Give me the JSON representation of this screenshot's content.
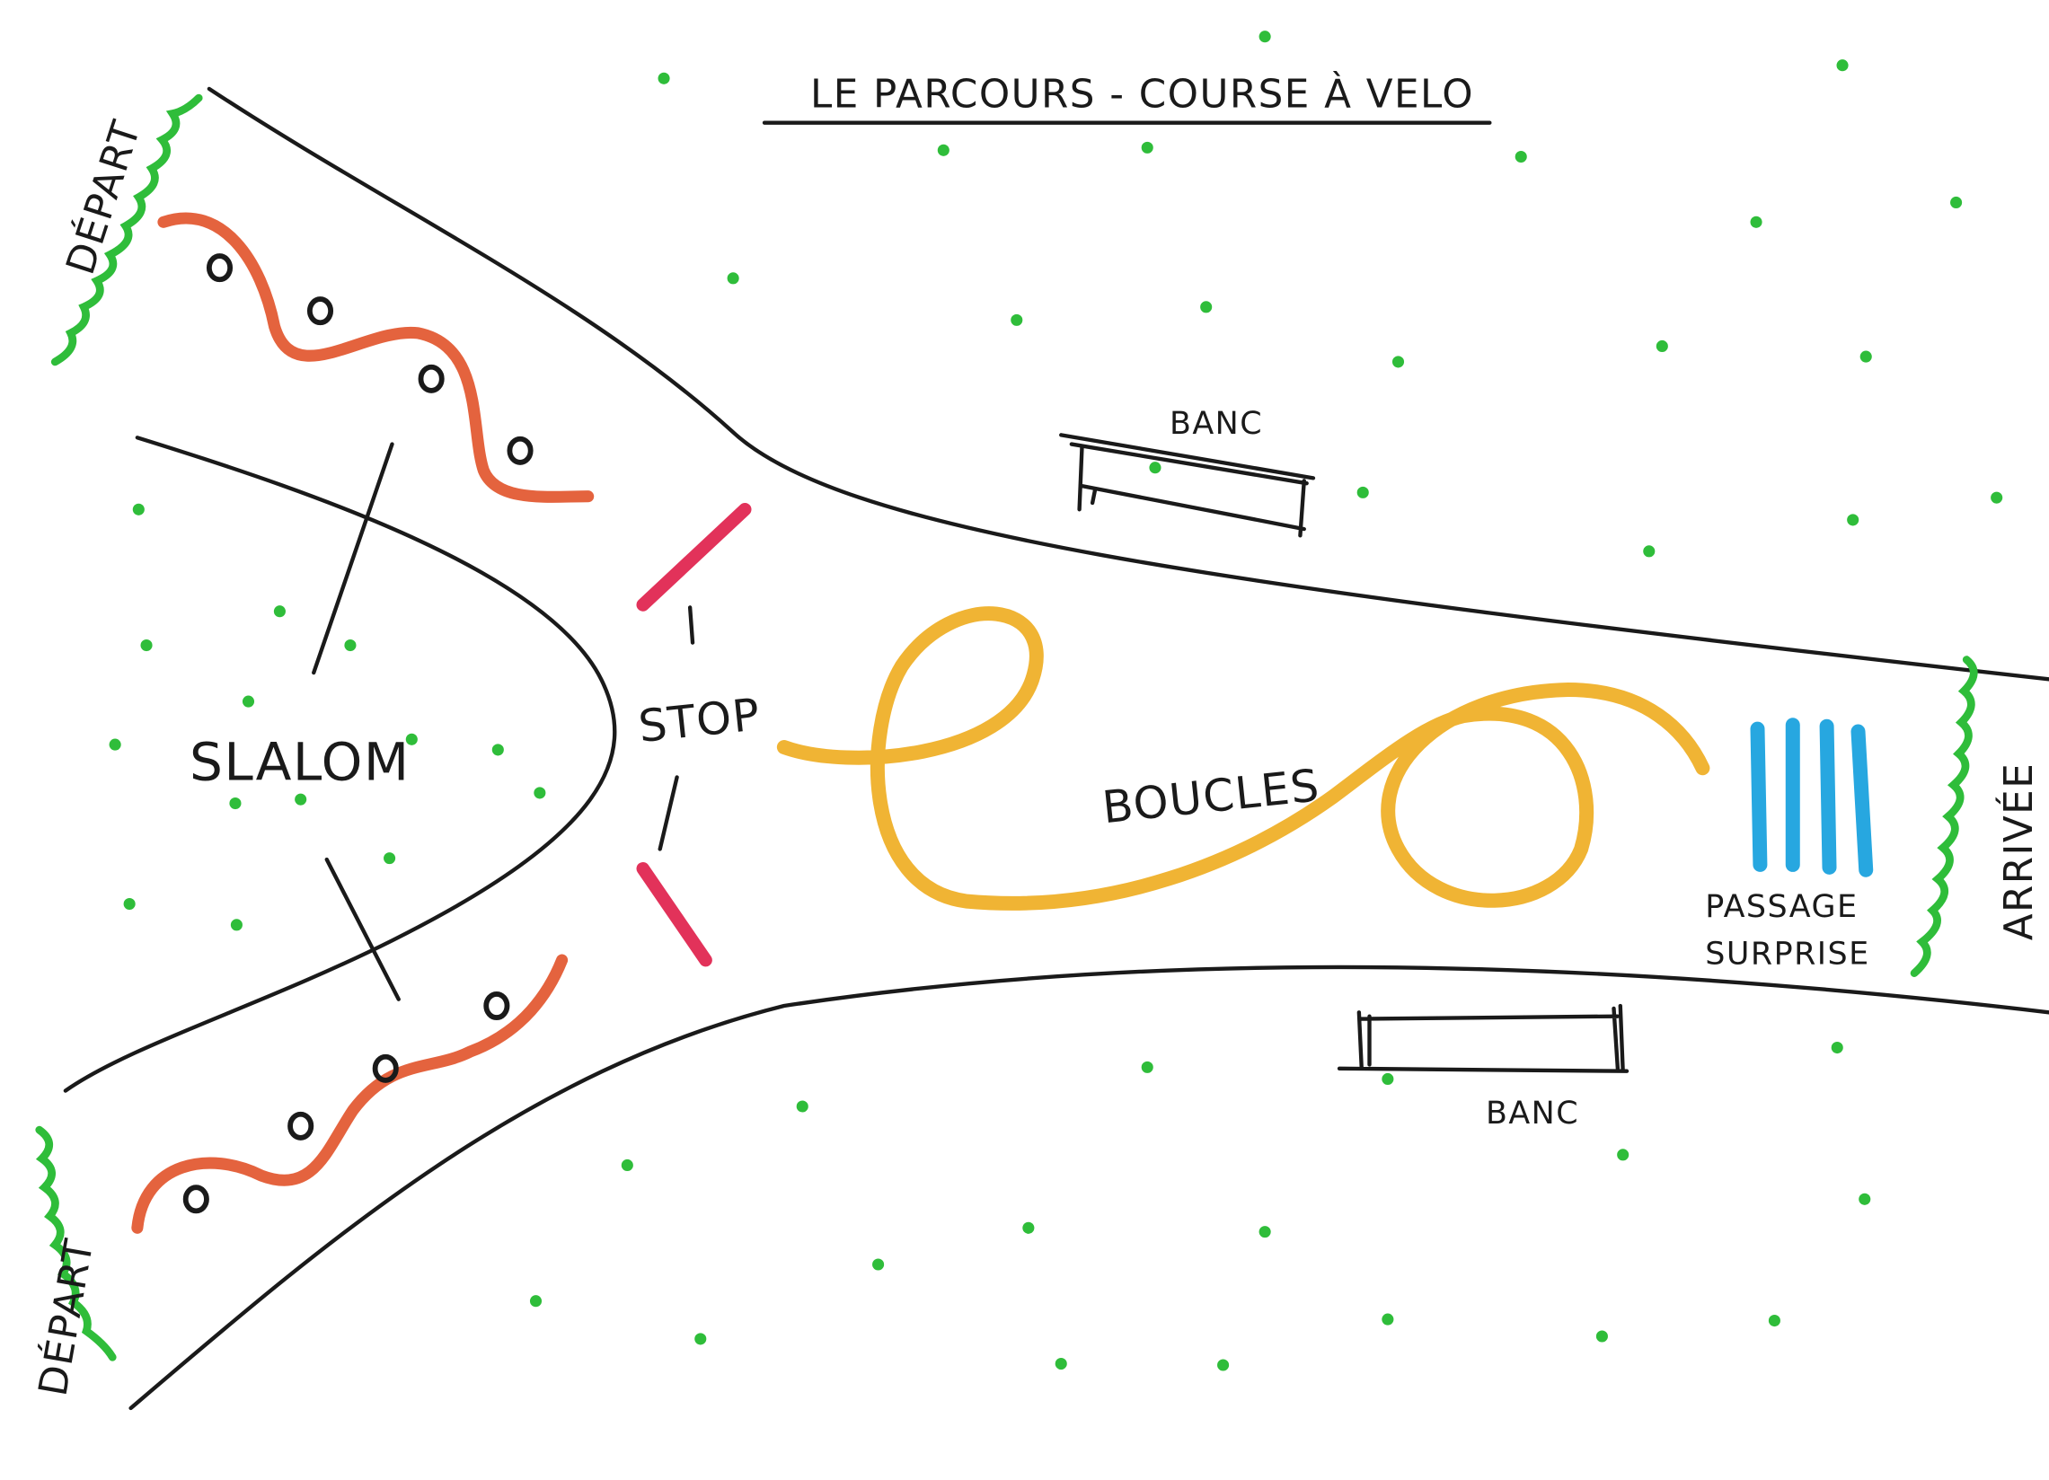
{
  "title": "LE PARCOURS - COURSE À VELO",
  "labels": {
    "depart_top": "DÉPART",
    "depart_bottom": "DÉPART",
    "slalom": "SLALOM",
    "stop": "STOP",
    "banc_top": "BANC",
    "banc_bottom": "BANC",
    "boucles": "BOUCLES",
    "passage_line1": "PASSAGE",
    "passage_line2": "SURPRISE",
    "arrivee": "ARRIVÉE"
  },
  "colors": {
    "ink": "#1a1a1a",
    "grass": "#2fbd3a",
    "slalom": "#e4633e",
    "stop": "#e2325a",
    "loops": "#f0b434",
    "surprise": "#27a7e0"
  }
}
